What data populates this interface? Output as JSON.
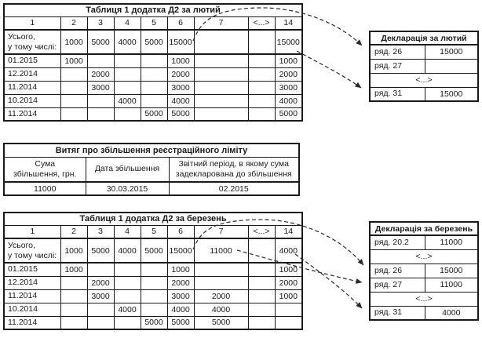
{
  "colors": {
    "border": "#1a1a1a",
    "arrow": "#2a2a2a",
    "background": "#ffffff"
  },
  "feb_table": {
    "title": "Таблиця 1 додатка Д2 за лютий",
    "headers": [
      "1",
      "2",
      "3",
      "4",
      "5",
      "6",
      "7",
      "<...>",
      "14"
    ],
    "rows": [
      {
        "label": "Усього,\nу тому числі:",
        "cells": [
          "1000",
          "5000",
          "4000",
          "5000",
          "15000",
          "",
          "",
          "15000"
        ]
      },
      {
        "label": "01.2015",
        "cells": [
          "1000",
          "",
          "",
          "",
          "1000",
          "",
          "",
          "1000"
        ]
      },
      {
        "label": "12.2014",
        "cells": [
          "",
          "2000",
          "",
          "",
          "2000",
          "",
          "",
          "2000"
        ]
      },
      {
        "label": "11.2014",
        "cells": [
          "",
          "3000",
          "",
          "",
          "3000",
          "",
          "",
          "3000"
        ]
      },
      {
        "label": "10.2014",
        "cells": [
          "",
          "",
          "4000",
          "",
          "4000",
          "",
          "",
          "4000"
        ]
      },
      {
        "label": "11.2014",
        "cells": [
          "",
          "",
          "",
          "5000",
          "5000",
          "",
          "",
          "5000"
        ]
      }
    ]
  },
  "extract_table": {
    "title": "Витяг про збільшення реєстраційного ліміту",
    "headers": [
      "Сума\nзбільшення, грн.",
      "Дата збільшення",
      "Звітний період, в якому сума\nзадекларована до збільшення"
    ],
    "values": [
      "11000",
      "30.03.2015",
      "02.2015"
    ]
  },
  "mar_table": {
    "title": "Таблиця 1 додатка Д2 за березень",
    "headers": [
      "1",
      "2",
      "3",
      "4",
      "5",
      "6",
      "7",
      "<...>",
      "14"
    ],
    "rows": [
      {
        "label": "Усього,\nу тому числі:",
        "cells": [
          "1000",
          "5000",
          "4000",
          "5000",
          "15000",
          "11000",
          "",
          "4000"
        ]
      },
      {
        "label": "01.2015",
        "cells": [
          "1000",
          "",
          "",
          "",
          "1000",
          "",
          "",
          "1000"
        ]
      },
      {
        "label": "12.2014",
        "cells": [
          "",
          "2000",
          "",
          "",
          "2000",
          "",
          "",
          "2000"
        ]
      },
      {
        "label": "11.2014",
        "cells": [
          "",
          "3000",
          "",
          "",
          "3000",
          "2000",
          "",
          "1000"
        ]
      },
      {
        "label": "10.2014",
        "cells": [
          "",
          "",
          "4000",
          "",
          "4000",
          "4000",
          "",
          ""
        ]
      },
      {
        "label": "11.2014",
        "cells": [
          "",
          "",
          "",
          "5000",
          "5000",
          "5000",
          "",
          ""
        ]
      }
    ]
  },
  "feb_declaration": {
    "title": "Декларація за лютий",
    "rows": [
      {
        "label": "ряд. 26",
        "value": "15000"
      },
      {
        "label": "ряд. 27",
        "value": ""
      },
      {
        "label": "<...>",
        "span": true
      },
      {
        "label": "ряд. 31",
        "value": "15000"
      }
    ]
  },
  "mar_declaration": {
    "title": "Декларація за березень",
    "rows": [
      {
        "label": "ряд. 20.2",
        "value": "11000"
      },
      {
        "label": "<...>",
        "span": true
      },
      {
        "label": "ряд. 26",
        "value": "15000"
      },
      {
        "label": "ряд. 27",
        "value": "11000"
      },
      {
        "label": "<...>",
        "span": true
      },
      {
        "label": "ряд. 31",
        "value": "4000"
      }
    ]
  }
}
